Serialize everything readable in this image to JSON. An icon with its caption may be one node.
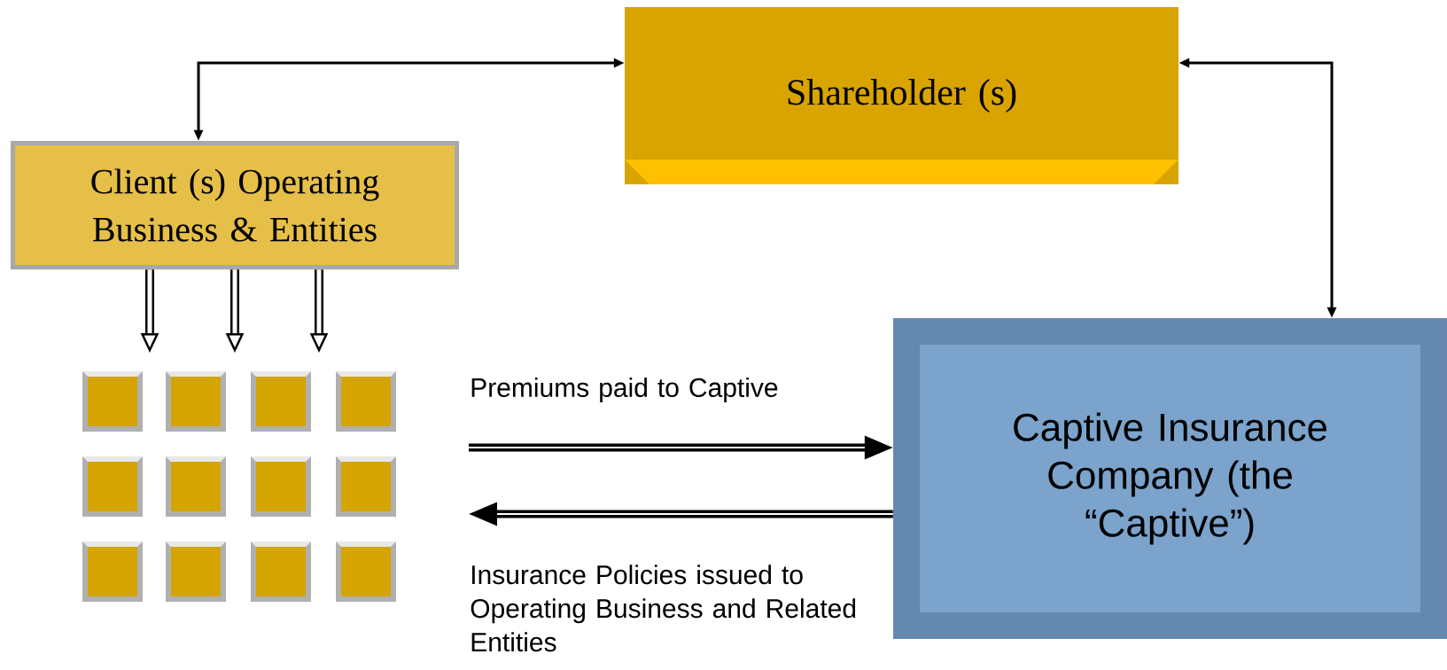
{
  "diagram": {
    "nodes": [
      {
        "text": [
          "Shareholder (s)"
        ]
      },
      {
        "text": [
          "Client (s) Operating Business & Entities"
        ]
      },
      {
        "text": [
          "Captive Insurance Company (the “Captive”)"
        ]
      },
      {
        "text": [],
        "shape": "box"
      },
      {
        "text": [],
        "shape": "box"
      },
      {
        "text": [],
        "shape": "box"
      },
      {
        "text": [],
        "shape": "box"
      },
      {
        "text": [],
        "shape": "box"
      },
      {
        "text": [],
        "shape": "box"
      },
      {
        "text": [],
        "shape": "box"
      },
      {
        "text": [],
        "shape": "box"
      },
      {
        "text": [],
        "shape": "box"
      },
      {
        "text": [],
        "shape": "box"
      },
      {
        "text": [],
        "shape": "box"
      },
      {
        "text": [],
        "shape": "box"
      }
    ],
    "edges": [
      {
        "from": 1,
        "to": 0,
        "arrow": "both"
      },
      {
        "from": 0,
        "to": 2,
        "arrow": "both"
      },
      {
        "from": 1,
        "to": null,
        "arrow": "to"
      },
      {
        "from": 1,
        "to": null,
        "arrow": "to"
      },
      {
        "from": 1,
        "to": null,
        "arrow": "to"
      },
      {
        "from": null,
        "to": 2,
        "arrow": "to",
        "label": "Premiums paid to Captive"
      },
      {
        "from": 2,
        "to": null,
        "arrow": "to",
        "label": "Insurance Policies issued to Operating Business and Related Entities"
      }
    ]
  }
}
